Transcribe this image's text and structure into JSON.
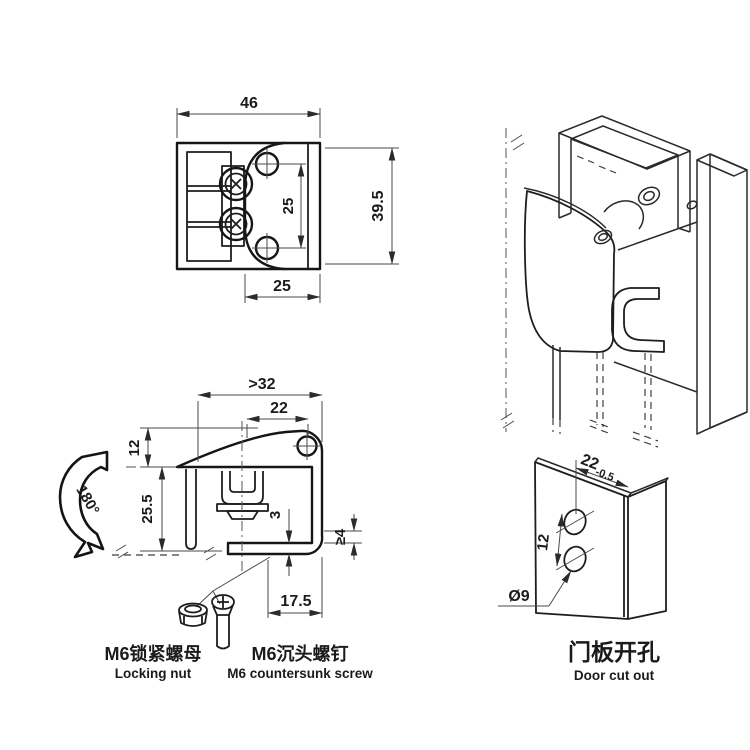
{
  "views": {
    "plan": {
      "dims": {
        "overall_width": "46",
        "overall_height": "39.5",
        "hole_spacing": "25",
        "plate_width": "25"
      }
    },
    "side": {
      "dims": {
        "min_panel": ">32",
        "hole_offset": "22",
        "fin_rise": "12",
        "body_depth": "25.5",
        "plate_thickness": "3",
        "min_gap": "≥4",
        "foot_length": "17.5"
      },
      "rotation_angle": "180°"
    },
    "cutout": {
      "dims": {
        "width": "22",
        "width_tol": "-0.5",
        "hole_spacing": "12",
        "hole_dia": "Ø9"
      },
      "caption_cn": "门板开孔",
      "caption_en": "Door cut out"
    }
  },
  "callouts": {
    "nut_cn": "M6锁紧螺母",
    "nut_en": "Locking nut",
    "screw_cn": "M6沉头螺钉",
    "screw_en": "M6 countersunk screw"
  },
  "colors": {
    "line": "#1d1d1b",
    "background": "#ffffff"
  }
}
